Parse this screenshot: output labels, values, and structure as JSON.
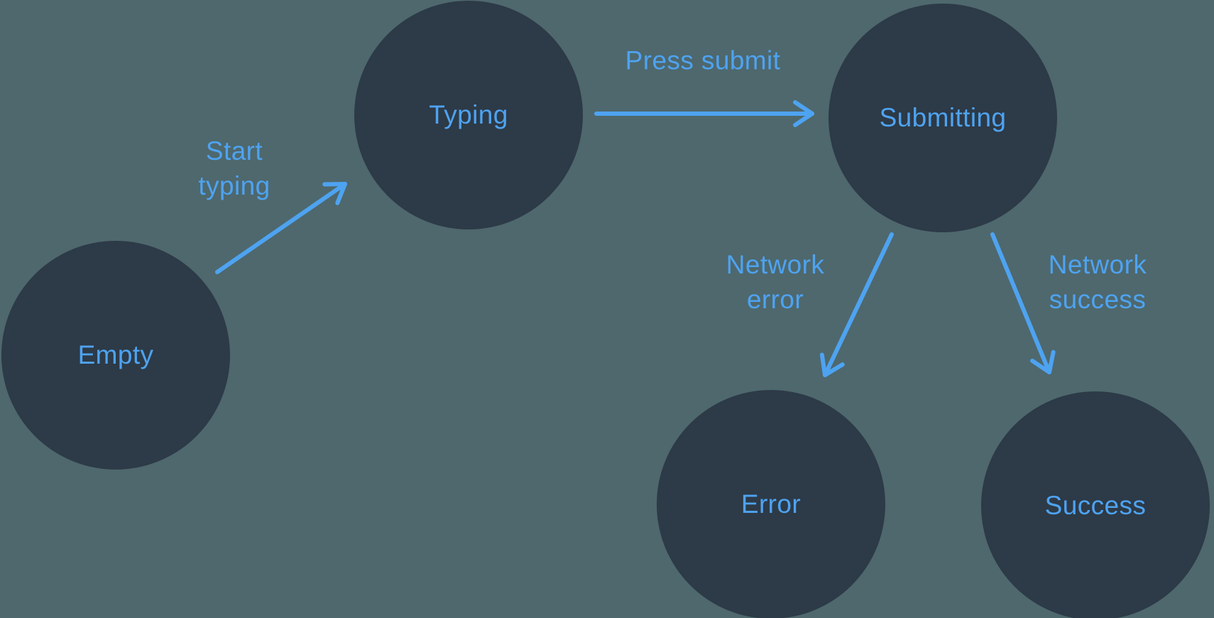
{
  "diagram": {
    "type": "state-machine",
    "colors": {
      "background": "#4e686d",
      "node_fill": "#2d3a47",
      "accent_blue": "#4ea3f1"
    },
    "nodes": [
      {
        "id": "empty",
        "label": "Empty"
      },
      {
        "id": "typing",
        "label": "Typing"
      },
      {
        "id": "submitting",
        "label": "Submitting"
      },
      {
        "id": "error",
        "label": "Error"
      },
      {
        "id": "success",
        "label": "Success"
      }
    ],
    "edges": [
      {
        "from": "empty",
        "to": "typing",
        "label": "Start\ntyping"
      },
      {
        "from": "typing",
        "to": "submitting",
        "label": "Press submit"
      },
      {
        "from": "submitting",
        "to": "error",
        "label": "Network\nerror"
      },
      {
        "from": "submitting",
        "to": "success",
        "label": "Network\nsuccess"
      }
    ]
  }
}
